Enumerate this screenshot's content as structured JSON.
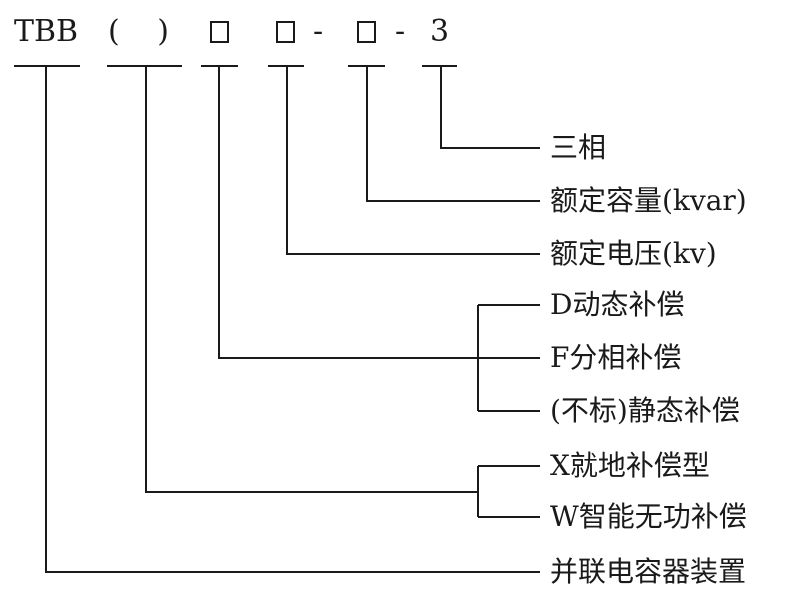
{
  "code": {
    "prefix": "TBB",
    "paren": "( )",
    "dash1": "-",
    "dash2": "-",
    "suffix": "3"
  },
  "labels": {
    "three_phase": "三相",
    "rated_capacity": "额定容量(kvar)",
    "rated_voltage": "额定电压(kv)",
    "dynamic": "D动态补偿",
    "split_phase": "F分相补偿",
    "static": "(不标)静态补偿",
    "local": "X就地补偿型",
    "smart": "W智能无功补偿",
    "device": "并联电容器装置"
  },
  "colors": {
    "ink": "#1a1a1a",
    "background": "#ffffff"
  }
}
